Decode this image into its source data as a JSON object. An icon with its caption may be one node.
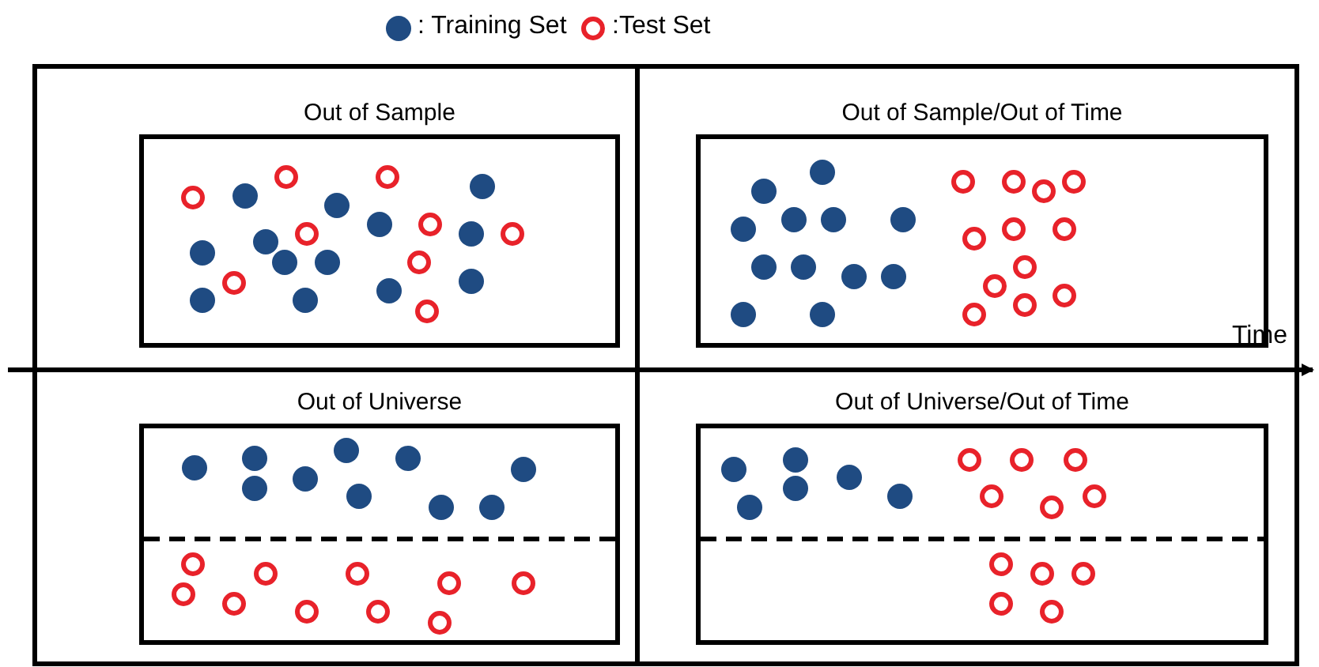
{
  "diagram": {
    "nodes": [
      {
        "text": [
          "Out of Sample"
        ]
      },
      {
        "text": [
          "Out of Sample/Out of Time"
        ]
      },
      {
        "text": [
          "Out of Universe"
        ]
      },
      {
        "text": [
          "Out of Universe/Out of Time"
        ]
      }
    ],
    "labels": [
      "Time"
    ],
    "legend": [
      {
        "text": ": Training Set"
      },
      {
        "text": ":Test Set"
      }
    ]
  }
}
